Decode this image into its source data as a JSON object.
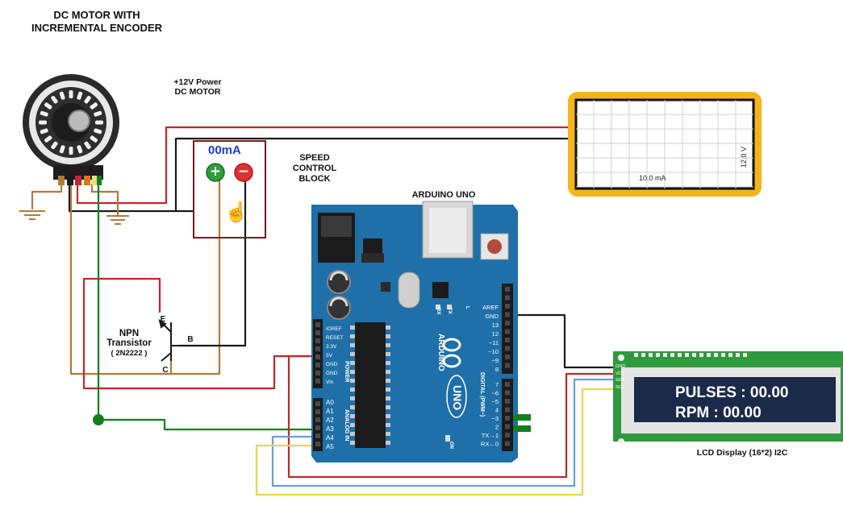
{
  "labels": {
    "motor_title_1": "DC MOTOR WITH",
    "motor_title_2": "INCREMENTAL ENCODER",
    "power_1": "+12V Power",
    "power_2": "DC MOTOR",
    "speed_1": "SPEED",
    "speed_2": "CONTROL",
    "speed_3": "BLOCK",
    "arduino": "ARDUINO UNO",
    "npn_1": "NPN",
    "npn_2": "Transistor",
    "npn_3": "( 2N2222 )",
    "pin_e": "E",
    "pin_b": "B",
    "pin_c": "C",
    "lcd_label": "LCD Display (16*2) I2C"
  },
  "ammeter": {
    "reading": "00mA",
    "plus": "+",
    "minus": "−"
  },
  "oscilloscope": {
    "voltage": "12.0 V",
    "current": "10.0 mA"
  },
  "lcd": {
    "line1": "PULSES : 00.00",
    "line2": "RPM : 00.00",
    "pin_gnd": "GND",
    "pin_vcc": "VCC",
    "pin_sda": "SDA",
    "pin_scl": "SCL"
  },
  "arduino_board": {
    "brand": "ARDUINO",
    "model": "UNO",
    "on": "ON",
    "l": "L",
    "tx": "TX",
    "rx": "RX",
    "power_header": "POWER",
    "analog_header": "ANALOG IN",
    "digital_header": "DIGITAL (PWM~)",
    "power_pins": [
      "IOREF",
      "RESET",
      "3.3V",
      "5V",
      "GND",
      "GND",
      "Vin"
    ],
    "analog_pins": [
      "A0",
      "A1",
      "A2",
      "A3",
      "A4",
      "A5"
    ],
    "digital_top_pins": [
      "AREF",
      "GND",
      "13",
      "12",
      "~11",
      "~10",
      "~9",
      "8"
    ],
    "digital_bottom_pins": [
      "7",
      "~6",
      "~5",
      "4",
      "~3",
      "2",
      "TX→1",
      "RX←0"
    ]
  },
  "colors": {
    "wire_red": "#c0282d",
    "wire_black": "#1a1a1a",
    "wire_brown": "#b07a3a",
    "wire_green": "#11811e",
    "wire_blue": "#6a9fd8",
    "wire_yellow": "#e6d84a",
    "board": "#1f6fa8",
    "lcd_screen": "#1c2a4a",
    "scope_frame": "#f4b41a",
    "speed_box": "#7a1a1a"
  }
}
